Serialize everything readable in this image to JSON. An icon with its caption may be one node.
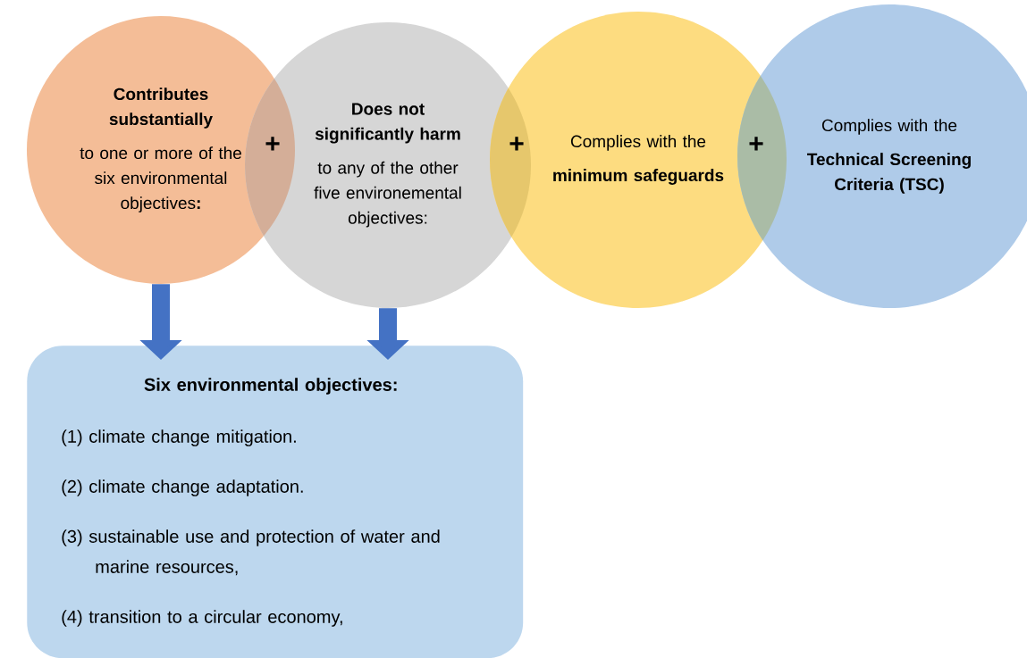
{
  "diagram": {
    "nodes": [
      {
        "text": [
          "Contributes substantially",
          "to one or more of the six environmental objectives**:**"
        ]
      },
      {
        "text": [
          "Does not significantly harm",
          "to any of the other five environemental objectives:"
        ]
      },
      {
        "text": [
          "Complies with the",
          "minimum safeguards"
        ]
      },
      {
        "text": [
          "Complies with the",
          "Technical Screening Criteria (TSC)"
        ]
      },
      {
        "text": [
          "Six environmental objectives:",
          "(1) climate change mitigation.",
          "(2) climate change adaptation.",
          "(3) sustainable use and protection of water and marine resources,",
          "(4) transition to a circular economy,"
        ]
      }
    ],
    "edges": [
      {
        "from": 0,
        "to": 4,
        "arrow": "to"
      },
      {
        "from": 1,
        "to": 4,
        "arrow": "to"
      }
    ],
    "labels": [
      "+",
      "+",
      "+"
    ]
  }
}
